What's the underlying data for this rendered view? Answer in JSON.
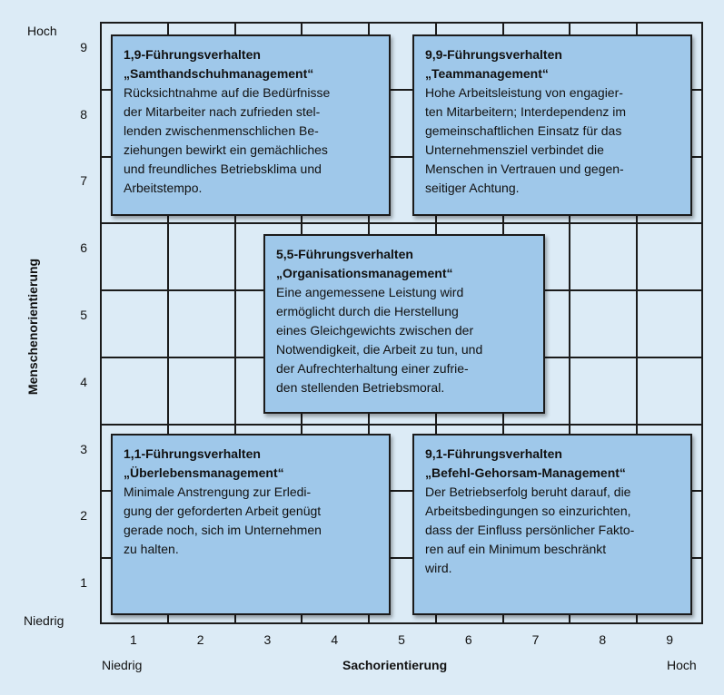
{
  "y_axis": {
    "title": "Menschenorientierung",
    "high": "Hoch",
    "low": "Niedrig",
    "ticks": [
      "1",
      "2",
      "3",
      "4",
      "5",
      "6",
      "7",
      "8",
      "9"
    ]
  },
  "x_axis": {
    "title": "Sachorientierung",
    "high": "Hoch",
    "low": "Niedrig",
    "ticks": [
      "1",
      "2",
      "3",
      "4",
      "5",
      "6",
      "7",
      "8",
      "9"
    ]
  },
  "boxes": {
    "b19": {
      "title": "1,9-Führungsverhalten",
      "subtitle": "„Samthandschuhmanagement“",
      "description": "Rücksichtnahme auf die Bedürfnisse\nder Mitarbeiter nach zufrieden stel-\nlenden zwischenmenschlichen Be-\nziehungen bewirkt ein gemächliches\nund freundliches Betriebsklima und\nArbeitstempo."
    },
    "b99": {
      "title": "9,9-Führungsverhalten",
      "subtitle": "„Teammanagement“",
      "description": "Hohe Arbeitsleistung von engagier-\nten Mitarbeitern; Interdependenz im\ngemeinschaftlichen Einsatz für das\nUnternehmensziel verbindet die\nMenschen in Vertrauen und gegen-\nseitiger Achtung."
    },
    "b55": {
      "title": "5,5-Führungsverhalten",
      "subtitle": "„Organisationsmanagement“",
      "description": "Eine angemessene Leistung wird\nermöglicht durch die Herstellung\neines Gleichgewichts zwischen der\nNotwendigkeit, die Arbeit zu tun, und\nder Aufrechterhaltung einer zufrie-\nden stellenden Betriebsmoral."
    },
    "b11": {
      "title": "1,1-Führungsverhalten",
      "subtitle": "„Überlebensmanagement“",
      "description": "Minimale Anstrengung zur Erledi-\ngung der geforderten Arbeit genügt\ngerade noch, sich im Unternehmen\nzu halten."
    },
    "b91": {
      "title": "9,1-Führungsverhalten",
      "subtitle": "„Befehl-Gehorsam-Management“",
      "description": "Der Betriebserfolg beruht darauf, die\nArbeitsbedingungen so einzurichten,\ndass der Einfluss persönlicher Fakto-\nren auf ein Minimum beschränkt\nwird."
    }
  }
}
